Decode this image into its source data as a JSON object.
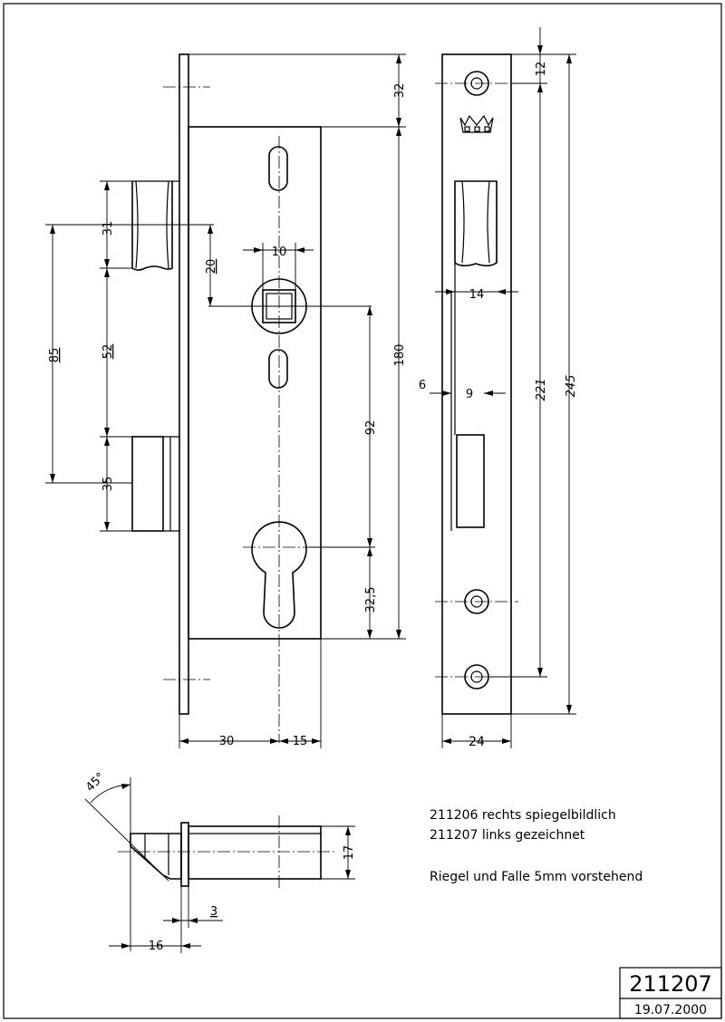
{
  "dimensions": {
    "d32": "32",
    "d180": "180",
    "d31": "31",
    "d20": "20",
    "d10": "10",
    "d85": "85",
    "d52": "52",
    "d35": "35",
    "d92": "92",
    "d32_5": "32,5",
    "d30": "30",
    "d15": "15",
    "d12": "12",
    "d14": "14",
    "d6": "6",
    "d9": "9",
    "d221": "221",
    "d245": "245",
    "d24": "24",
    "d45": "45°",
    "d17": "17",
    "d3": "3",
    "d16": "16"
  },
  "notes": {
    "line1": "211206 rechts spiegelbildlich",
    "line2": "211207 links gezeichnet",
    "line3": "Riegel und Falle 5mm vorstehend"
  },
  "title_block": {
    "number": "211207",
    "date": "19.07.2000"
  },
  "icons": {
    "logo": "crown-icon"
  }
}
